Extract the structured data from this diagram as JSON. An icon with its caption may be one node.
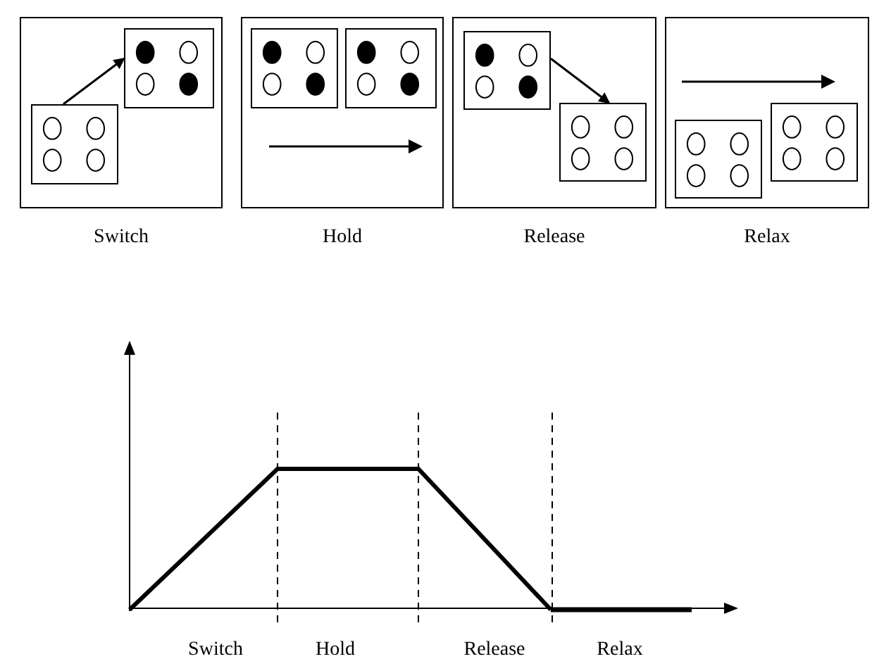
{
  "diagram": {
    "nodes": [
      {
        "text": [],
        "shape": "box",
        "beside": [
          "Switch"
        ]
      },
      {
        "text": [],
        "shape": "box",
        "in": 0
      },
      {
        "text": [],
        "shape": "box",
        "in": 0
      },
      {
        "text": [],
        "shape": "box",
        "beside": [
          "Hold"
        ]
      },
      {
        "text": [],
        "shape": "box",
        "in": 3
      },
      {
        "text": [],
        "shape": "box",
        "in": 3
      },
      {
        "text": [],
        "shape": "box",
        "beside": [
          "Release"
        ]
      },
      {
        "text": [],
        "shape": "box",
        "in": 6
      },
      {
        "text": [],
        "shape": "box",
        "in": 6
      },
      {
        "text": [],
        "shape": "box",
        "beside": [
          "Relax"
        ]
      },
      {
        "text": [],
        "shape": "box",
        "in": 9
      },
      {
        "text": [],
        "shape": "box",
        "in": 9
      }
    ],
    "edges": [
      {
        "from": 1,
        "to": 2,
        "arrow": "to"
      },
      {
        "from": 7,
        "to": 8,
        "arrow": "to"
      }
    ],
    "labels": [
      "Switch",
      "Hold",
      "Release",
      "Relax"
    ]
  }
}
